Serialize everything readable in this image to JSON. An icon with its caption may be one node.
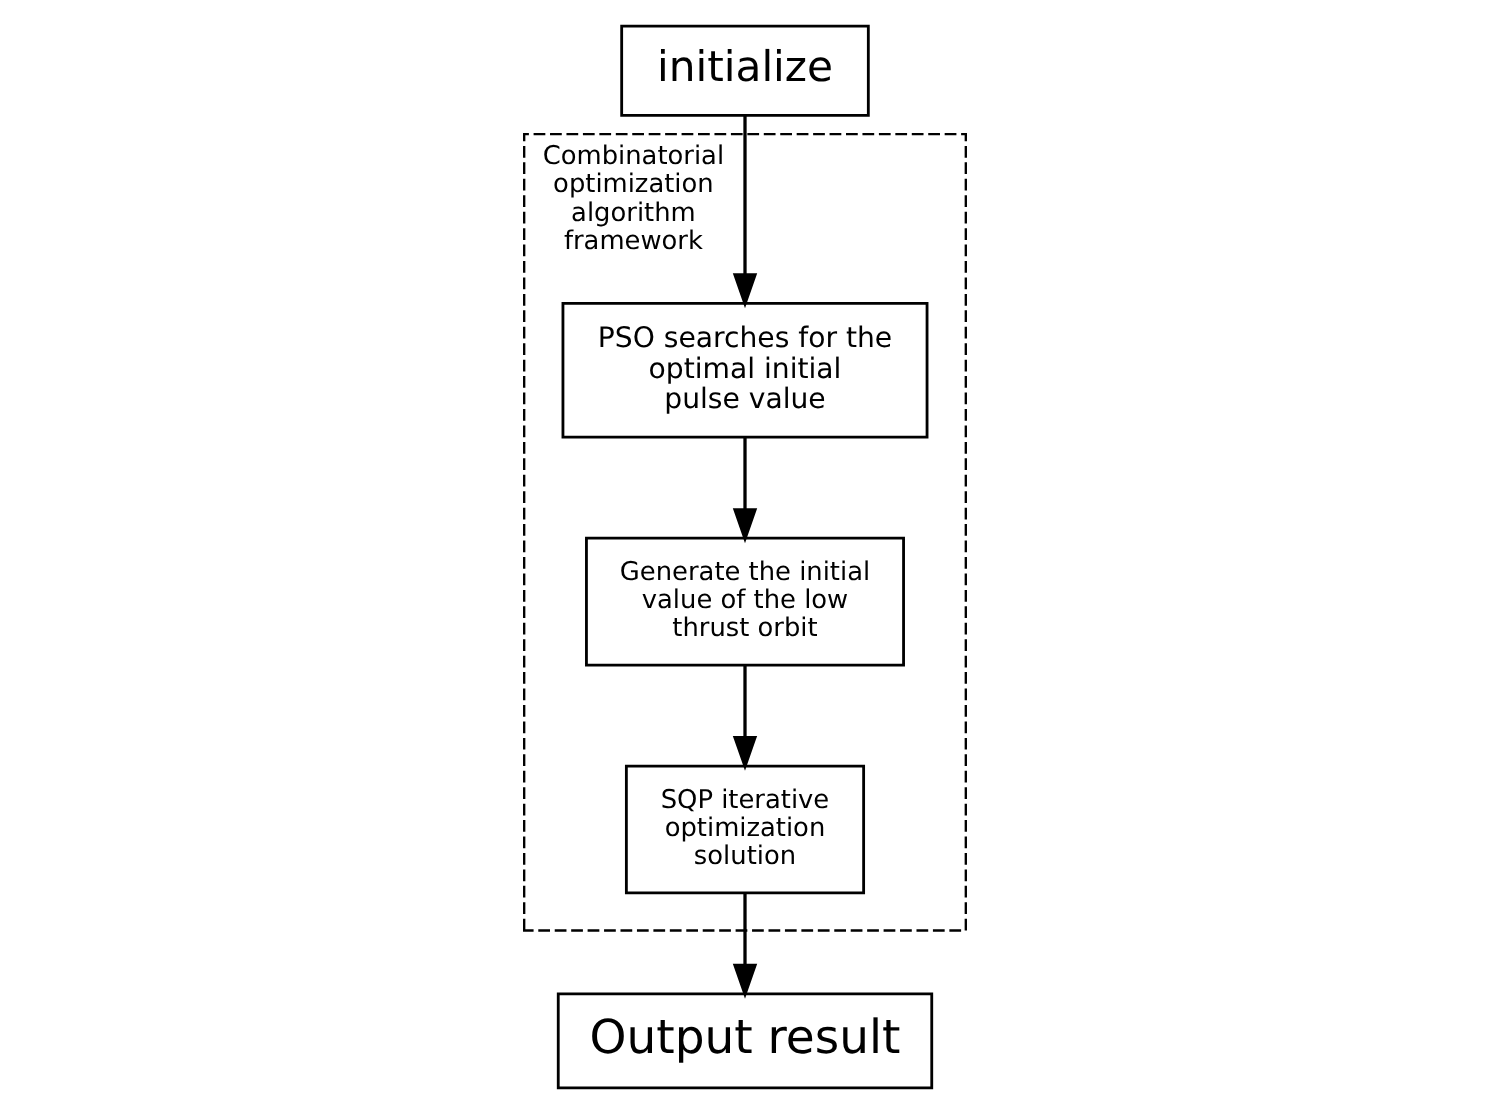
{
  "diagram": {
    "nodes": [
      {
        "text": [
          "Combinatorial optimization algorithm framework"
        ]
      },
      {
        "text": [
          "initialize"
        ]
      },
      {
        "text": [
          "PSO searches for the optimal initial pulse value"
        ],
        "in": 0
      },
      {
        "text": [
          "Generate the initial value of the low thrust orbit"
        ],
        "in": 0
      },
      {
        "text": [
          "SQP iterative optimization solution"
        ],
        "in": 0
      },
      {
        "text": [
          "Output result"
        ]
      }
    ],
    "edges": [
      {
        "from": 1,
        "to": 2,
        "arrow": "to"
      },
      {
        "from": 2,
        "to": 3,
        "arrow": "to"
      },
      {
        "from": 3,
        "to": 4,
        "arrow": "to"
      },
      {
        "from": 4,
        "to": 5,
        "arrow": "to"
      }
    ]
  }
}
